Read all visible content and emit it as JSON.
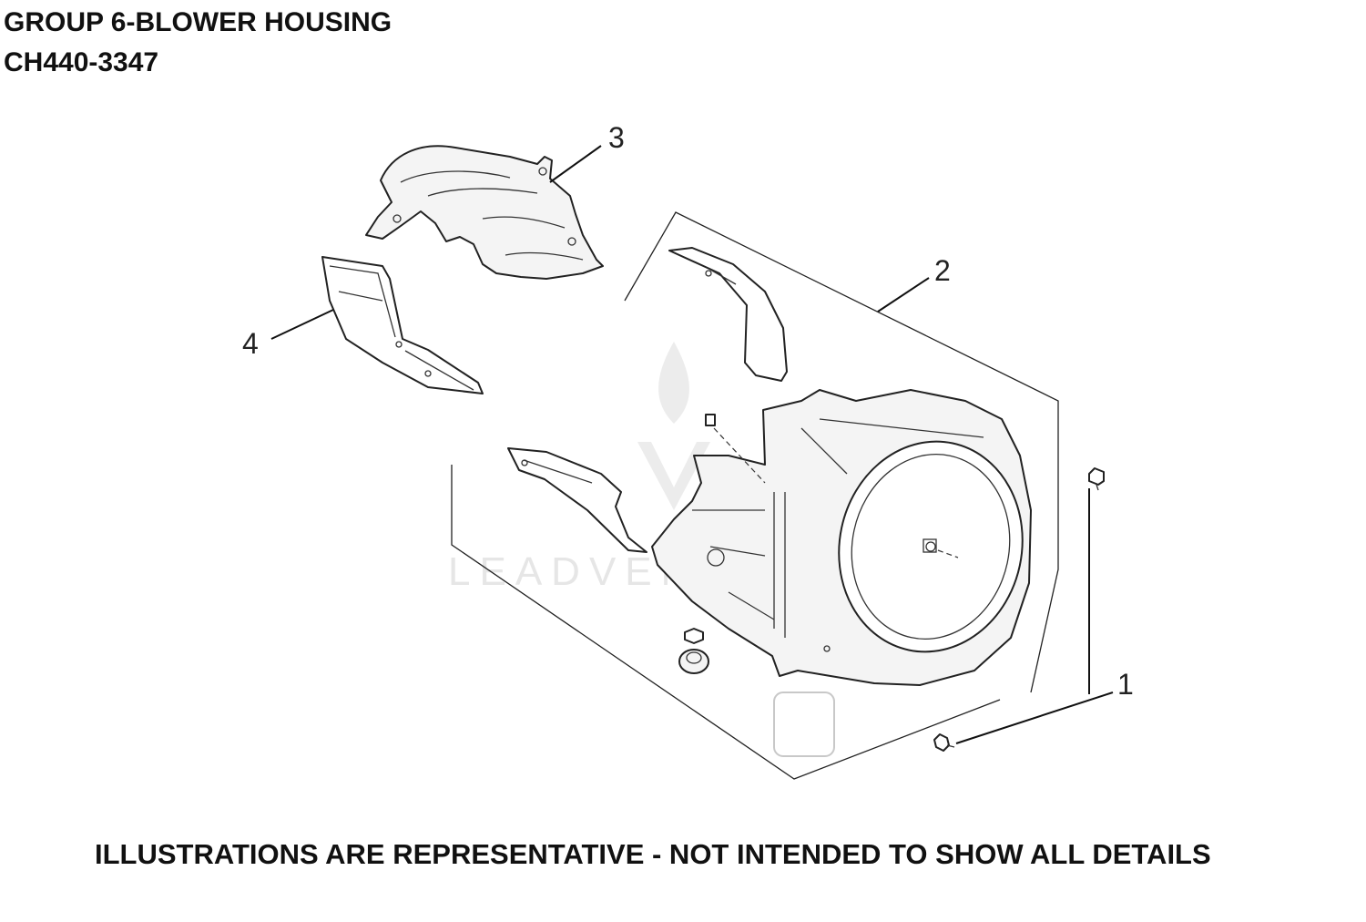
{
  "header": {
    "title_line1": "GROUP 6-BLOWER HOUSING",
    "title_line2": "CH440-3347"
  },
  "footer": {
    "disclaimer": "ILLUSTRATIONS ARE REPRESENTATIVE - NOT INTENDED TO SHOW ALL DETAILS"
  },
  "callouts": [
    "1",
    "2",
    "3",
    "4"
  ],
  "watermark": {
    "text": "LEADVENTURE",
    "logo": "flame-logo"
  },
  "colors": {
    "text": "#111111",
    "line": "#222222",
    "watermark": "#e6e6e6"
  }
}
